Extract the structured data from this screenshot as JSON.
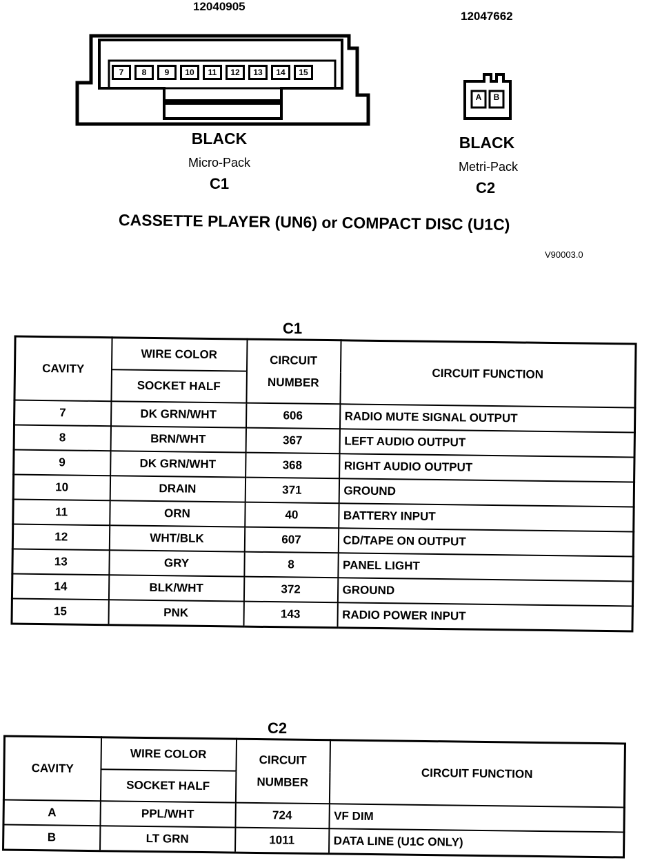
{
  "connectors": {
    "c1": {
      "part_number": "12040905",
      "pins": [
        "7",
        "8",
        "9",
        "10",
        "11",
        "12",
        "13",
        "14",
        "15"
      ],
      "color": "BLACK",
      "type": "Micro-Pack",
      "name": "C1"
    },
    "c2": {
      "part_number": "12047662",
      "pins": [
        "A",
        "B"
      ],
      "color": "BLACK",
      "type": "Metri-Pack",
      "name": "C2"
    }
  },
  "title": "CASSETTE PLAYER (UN6) or COMPACT DISC (U1C)",
  "figure_code": "V90003.0",
  "headers": {
    "cavity": "CAVITY",
    "wire_color": "WIRE COLOR",
    "socket_half": "SOCKET HALF",
    "circuit_number": "CIRCUIT NUMBER",
    "circuit_function": "CIRCUIT FUNCTION"
  },
  "table_c1": {
    "caption": "C1",
    "rows": [
      {
        "cavity": "7",
        "wire": "DK GRN/WHT",
        "circuit": "606",
        "function": "RADIO MUTE SIGNAL OUTPUT"
      },
      {
        "cavity": "8",
        "wire": "BRN/WHT",
        "circuit": "367",
        "function": "LEFT AUDIO OUTPUT"
      },
      {
        "cavity": "9",
        "wire": "DK GRN/WHT",
        "circuit": "368",
        "function": "RIGHT AUDIO OUTPUT"
      },
      {
        "cavity": "10",
        "wire": "DRAIN",
        "circuit": "371",
        "function": "GROUND"
      },
      {
        "cavity": "11",
        "wire": "ORN",
        "circuit": "40",
        "function": "BATTERY INPUT"
      },
      {
        "cavity": "12",
        "wire": "WHT/BLK",
        "circuit": "607",
        "function": "CD/TAPE ON OUTPUT"
      },
      {
        "cavity": "13",
        "wire": "GRY",
        "circuit": "8",
        "function": "PANEL LIGHT"
      },
      {
        "cavity": "14",
        "wire": "BLK/WHT",
        "circuit": "372",
        "function": "GROUND"
      },
      {
        "cavity": "15",
        "wire": "PNK",
        "circuit": "143",
        "function": "RADIO POWER INPUT"
      }
    ]
  },
  "table_c2": {
    "caption": "C2",
    "rows": [
      {
        "cavity": "A",
        "wire": "PPL/WHT",
        "circuit": "724",
        "function": "VF DIM"
      },
      {
        "cavity": "B",
        "wire": "LT GRN",
        "circuit": "1011",
        "function": "DATA LINE (U1C ONLY)"
      }
    ]
  }
}
